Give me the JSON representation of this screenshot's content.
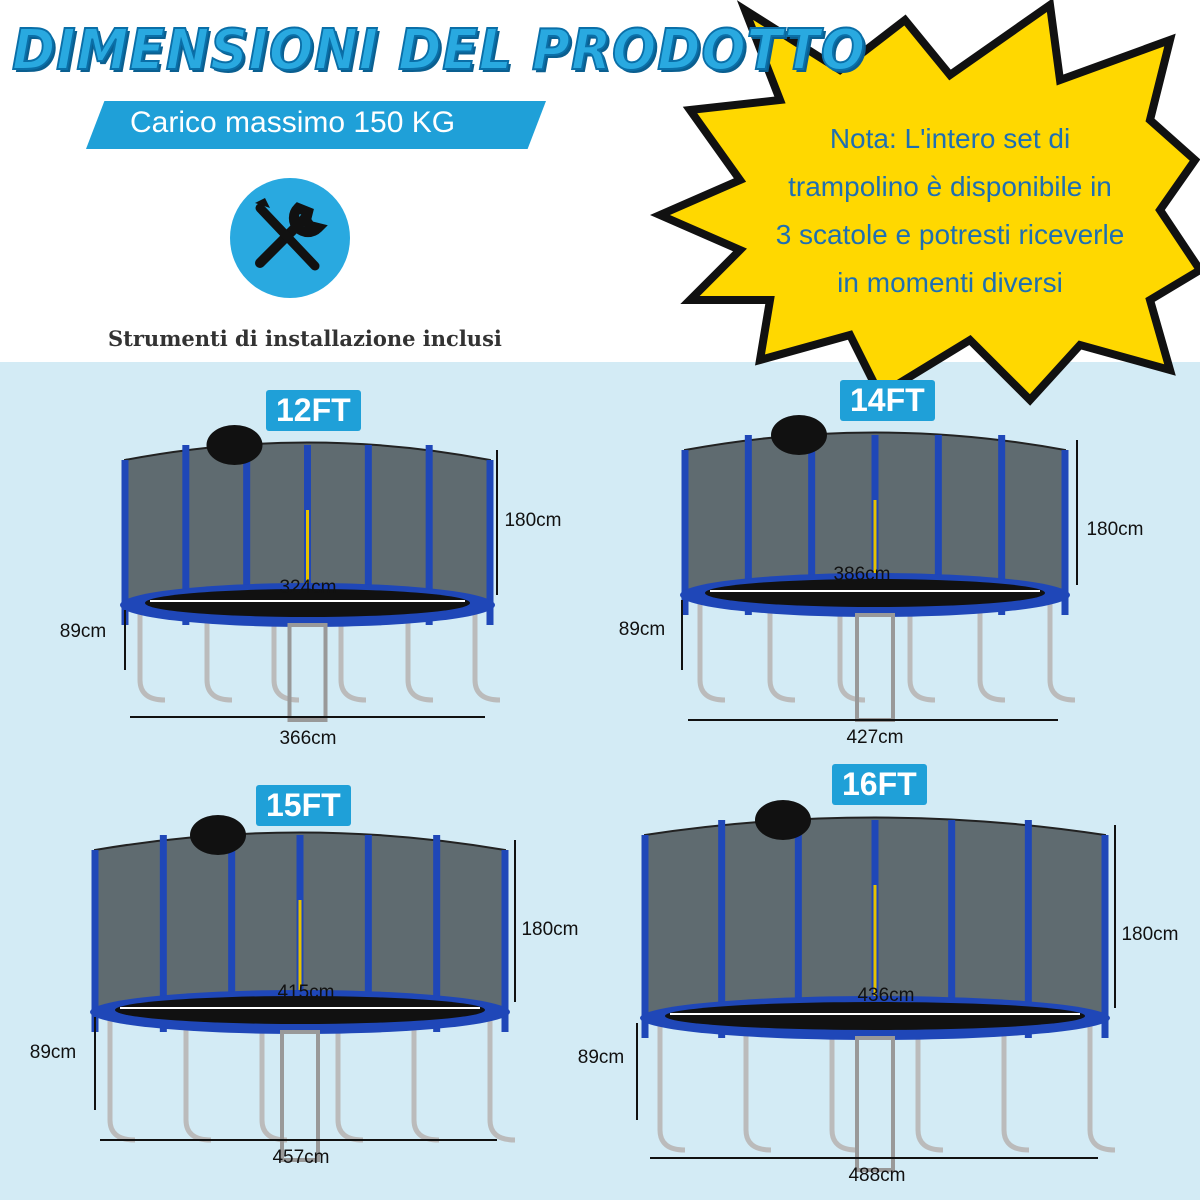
{
  "header": {
    "title": "DIMENSIONI DEL PRODOTTO",
    "max_load": "Carico massimo 150  KG",
    "tools_caption": "Strumenti di installazione inclusi",
    "tools_icon": "wrench-screwdriver-icon"
  },
  "note": {
    "lines": [
      "Nota: L'intero set di",
      "trampolino è disponibile in",
      "3 scatole e potresti riceverle",
      "in momenti diversi"
    ]
  },
  "colors": {
    "accent": "#1fa0d8",
    "note_bg": "#ffd800",
    "background_blue": "#cfe8f3",
    "pole_blue": "#1f47b8"
  },
  "models": [
    {
      "label": "12FT",
      "height": "180cm",
      "leg_height": "89cm",
      "mat_diameter": "324cm",
      "total_width": "366cm"
    },
    {
      "label": "14FT",
      "height": "180cm",
      "leg_height": "89cm",
      "mat_diameter": "386cm",
      "total_width": "427cm"
    },
    {
      "label": "15FT",
      "height": "180cm",
      "leg_height": "89cm",
      "mat_diameter": "415cm",
      "total_width": "457cm"
    },
    {
      "label": "16FT",
      "height": "180cm",
      "leg_height": "89cm",
      "mat_diameter": "436cm",
      "total_width": "488cm"
    }
  ]
}
